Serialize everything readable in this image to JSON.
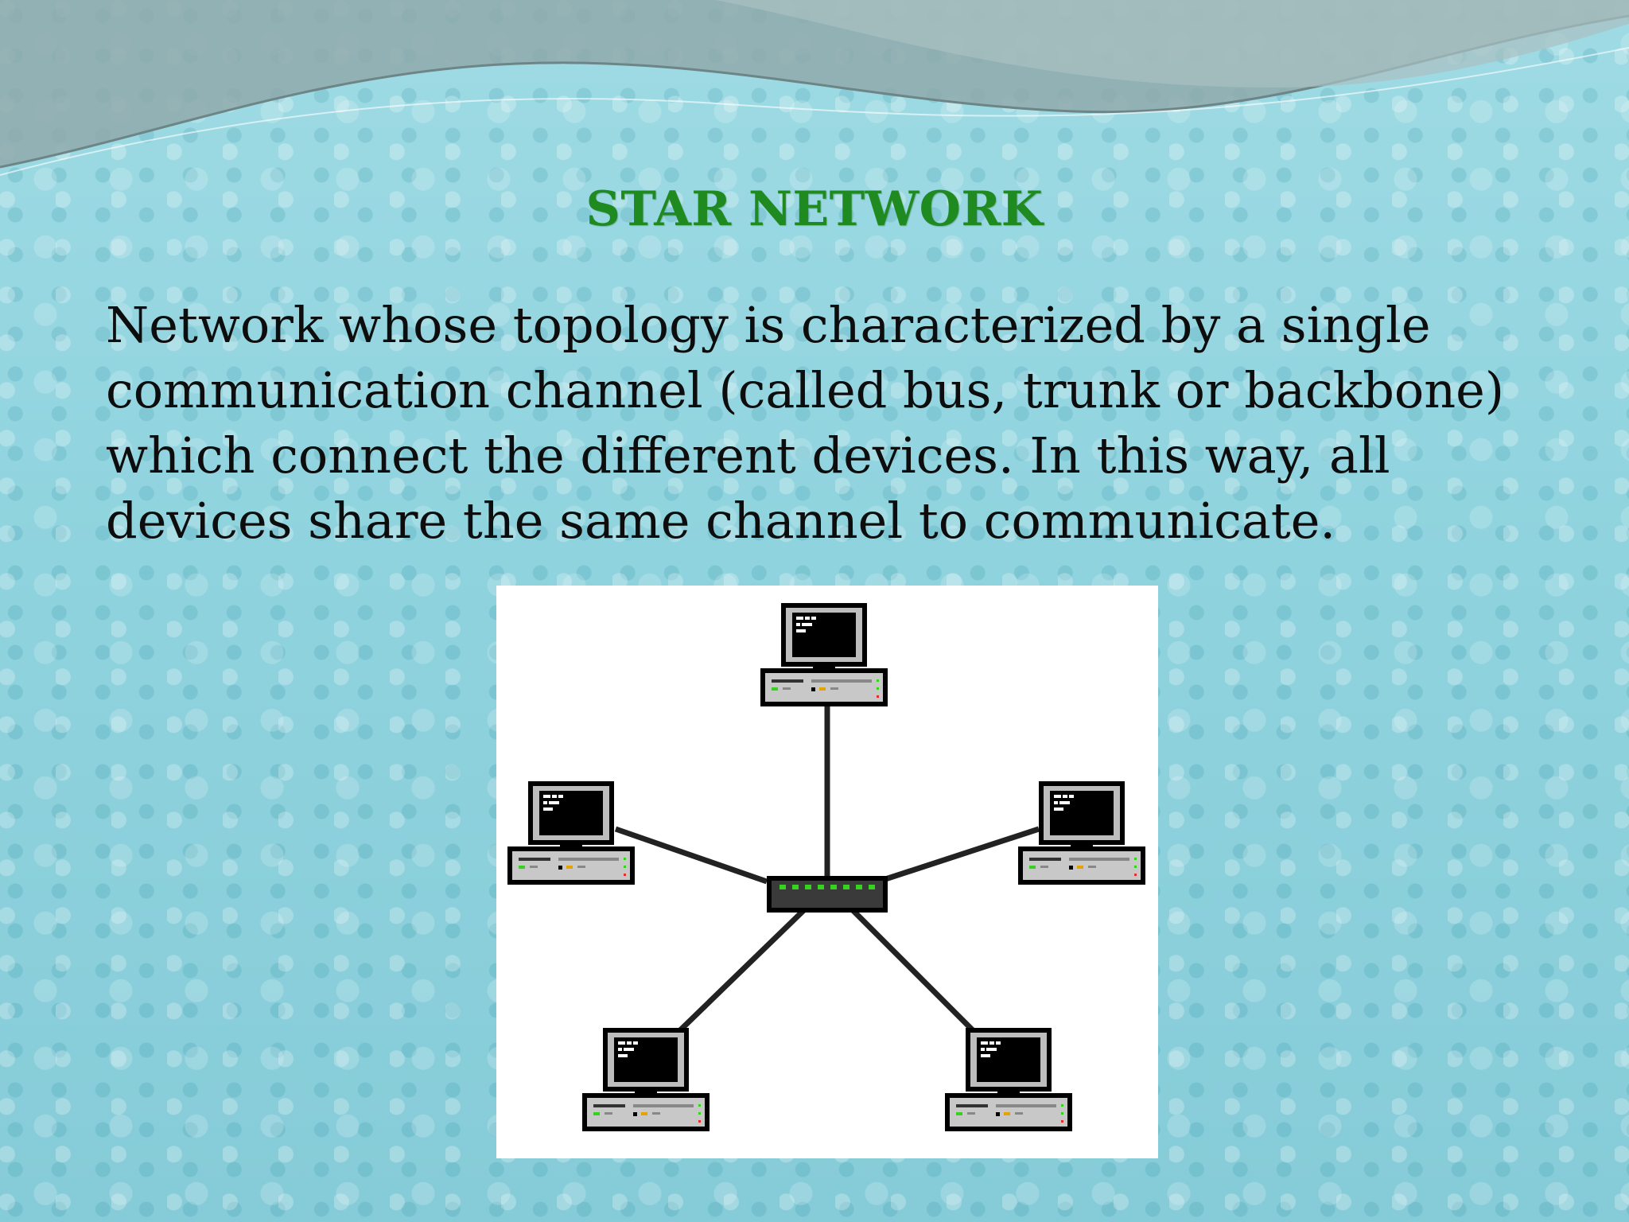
{
  "slide": {
    "title": "STAR NETWORK",
    "body": "Network whose topology is characterized by a single communication channel (called bus, trunk or backbone) which connect the different devices. In this way, all devices share the same channel to communicate."
  },
  "diagram": {
    "hub": {
      "name": "central-hub",
      "port_color": "#39d11f"
    },
    "nodes": [
      "computer-top",
      "computer-left",
      "computer-right",
      "computer-bottom-left",
      "computer-bottom-right"
    ],
    "colors": {
      "link": "#222222",
      "screen": "#000000",
      "case": "#c8c8c8"
    }
  }
}
